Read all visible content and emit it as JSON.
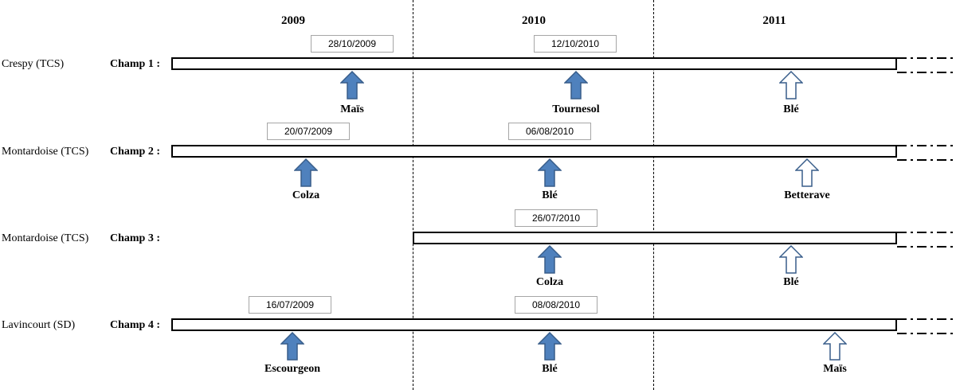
{
  "years": [
    "2009",
    "2010",
    "2011"
  ],
  "fields": [
    {
      "site": "Crespy (TCS)",
      "champ": "Champ 1 :",
      "dates": [
        "28/10/2009",
        "12/10/2010"
      ],
      "crops": [
        {
          "name": "Maïs",
          "status": "sown"
        },
        {
          "name": "Tournesol",
          "status": "sown"
        },
        {
          "name": "Blé",
          "status": "planned"
        }
      ]
    },
    {
      "site": "Montardoise (TCS)",
      "champ": "Champ 2 :",
      "dates": [
        "20/07/2009",
        "06/08/2010"
      ],
      "crops": [
        {
          "name": "Colza",
          "status": "sown"
        },
        {
          "name": "Blé",
          "status": "sown"
        },
        {
          "name": "Betterave",
          "status": "planned"
        }
      ]
    },
    {
      "site": "Montardoise (TCS)",
      "champ": "Champ 3 :",
      "dates": [
        "26/07/2010"
      ],
      "crops": [
        {
          "name": "Colza",
          "status": "sown"
        },
        {
          "name": "Blé",
          "status": "planned"
        }
      ]
    },
    {
      "site": "Lavincourt (SD)",
      "champ": "Champ 4 :",
      "dates": [
        "16/07/2009",
        "08/08/2010"
      ],
      "crops": [
        {
          "name": "Escourgeon",
          "status": "sown"
        },
        {
          "name": "Blé",
          "status": "sown"
        },
        {
          "name": "Maïs",
          "status": "planned"
        }
      ]
    }
  ],
  "colors": {
    "arrow_fill": "#4f81bd",
    "arrow_stroke": "#385d8a",
    "line": "#000000",
    "date_border": "#a6a6a6"
  }
}
